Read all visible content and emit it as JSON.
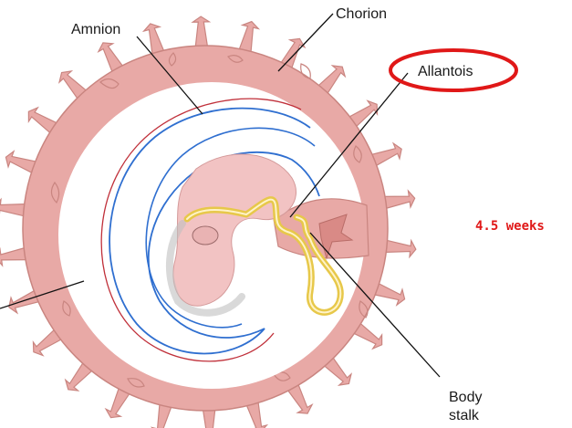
{
  "labels": {
    "amnion": "Amnion",
    "chorion": "Chorion",
    "allantois": "Allantois",
    "body_stalk_line1": "Body",
    "body_stalk_line2": "stalk",
    "stage": "4.5 weeks"
  },
  "colors": {
    "chorion_fill": "#e8a9a6",
    "chorion_edge": "#c98580",
    "cavity": "#ffffff",
    "amnion_line": "#2f6fd0",
    "embryo_outline": "#c0303a",
    "embryo_fill": "#f2c3c3",
    "yolk_tube": "#e7c84a",
    "highlight": "#e01818",
    "leader_line": "#111111"
  }
}
